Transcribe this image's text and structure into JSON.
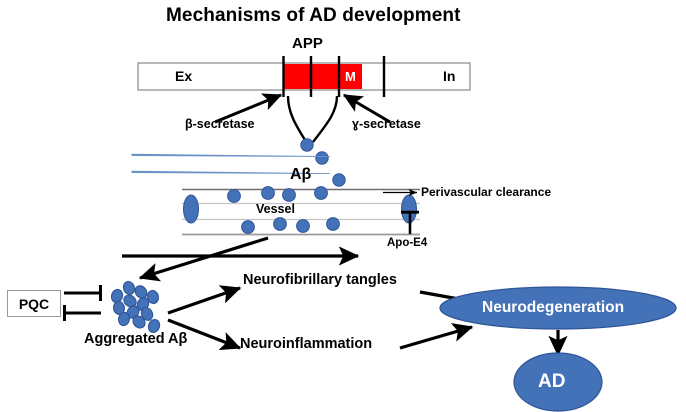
{
  "figure": {
    "title": "Mechanisms of AD development",
    "domain": "biomedical-pathway-diagram"
  },
  "app_module": {
    "app_label": "APP",
    "segments": {
      "extracellular": "Ex",
      "membrane": "M",
      "intracellular": "In"
    },
    "beta_secretase": "β-secretase",
    "gamma_secretase": "ɣ-secretase"
  },
  "vessel_module": {
    "abeta_label": "Aβ",
    "vessel_label": "Vessel",
    "perivascular_clearance": "Perivascular clearance",
    "apo_e4": "Apo-E4"
  },
  "aggregation_module": {
    "pqc": "PQC",
    "aggregated_abeta": "Aggregated Aβ"
  },
  "pathways": {
    "neurofibrillary_tangles": "Neurofibrillary tangles",
    "neuroinflammation": "Neuroinflammation"
  },
  "outcomes": {
    "neurodegeneration": "Neurodegeneration",
    "ad": "AD"
  },
  "colors": {
    "membrane_red": "#FF0000",
    "abeta_blue": "#4472B8",
    "abeta_blue_stroke": "#2F5597",
    "ellipse_blue": "#4472B8",
    "ellipse_stroke": "#2F5597",
    "vessel_line": "#808080",
    "taper_line": "#6C93C8",
    "bar_border": "#9A9A9A",
    "text_black": "#000000",
    "text_white": "#FFFFFF"
  }
}
